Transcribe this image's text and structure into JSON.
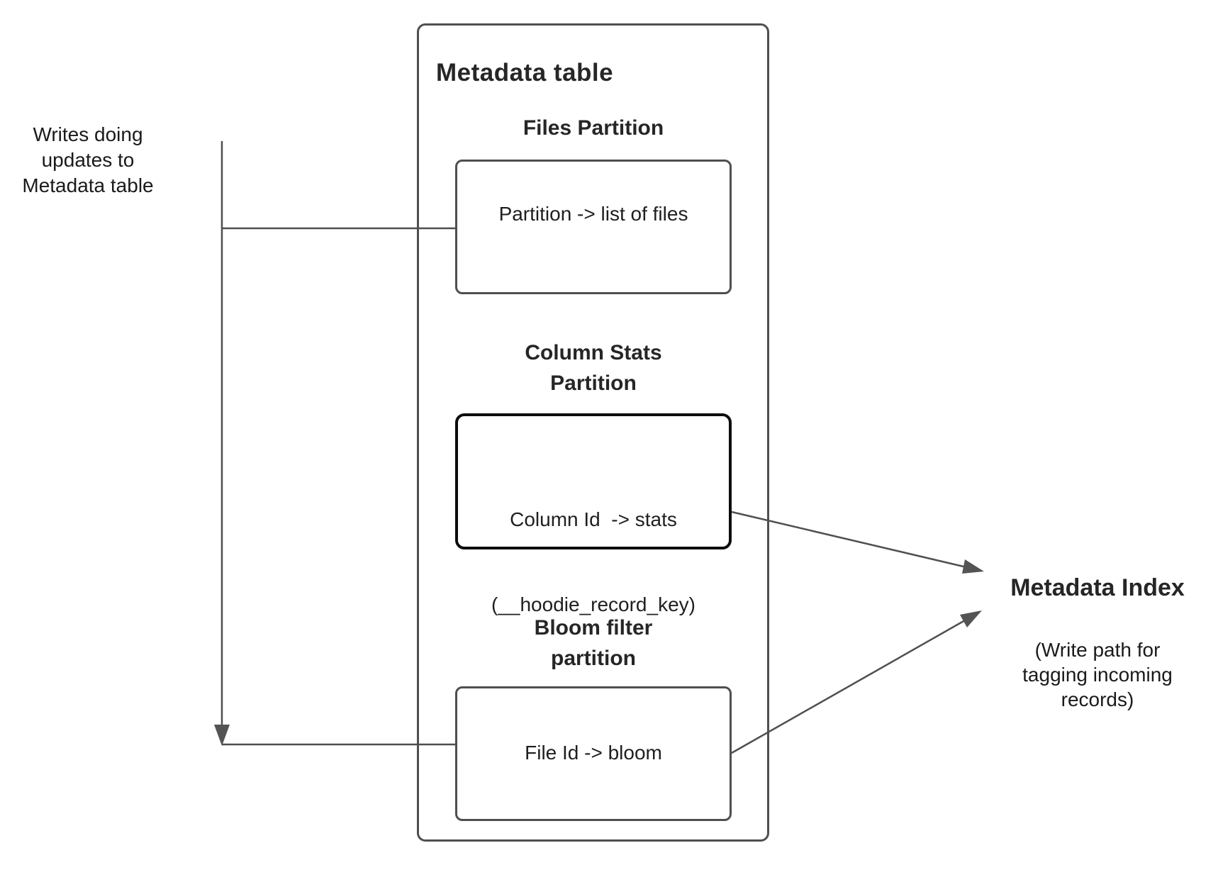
{
  "colors": {
    "background": "#ffffff",
    "line": "#4f4f4f",
    "box_border": "#4f4f4f",
    "emphasis_box_border": "#0d0d0d",
    "arrowhead_fill": "#545454",
    "text": "#1f1f1f"
  },
  "left_note": {
    "lines": [
      "Writes doing",
      "updates to",
      "Metadata table"
    ]
  },
  "metadata_table": {
    "title": "Metadata table",
    "sections": [
      {
        "title_lines": [
          "Files Partition"
        ],
        "box_lines": [
          "Partition -> list of files"
        ]
      },
      {
        "title_lines": [
          "Column Stats",
          "Partition"
        ],
        "box_lines": [
          "Column Id  -> stats",
          "(__hoodie_record_key)"
        ]
      },
      {
        "title_lines": [
          "Bloom filter",
          "partition"
        ],
        "box_lines": [
          "File Id -> bloom"
        ]
      }
    ]
  },
  "metadata_index": {
    "title": "Metadata Index",
    "subtitle_lines": [
      "(Write path for",
      "tagging incoming",
      "records)"
    ]
  }
}
